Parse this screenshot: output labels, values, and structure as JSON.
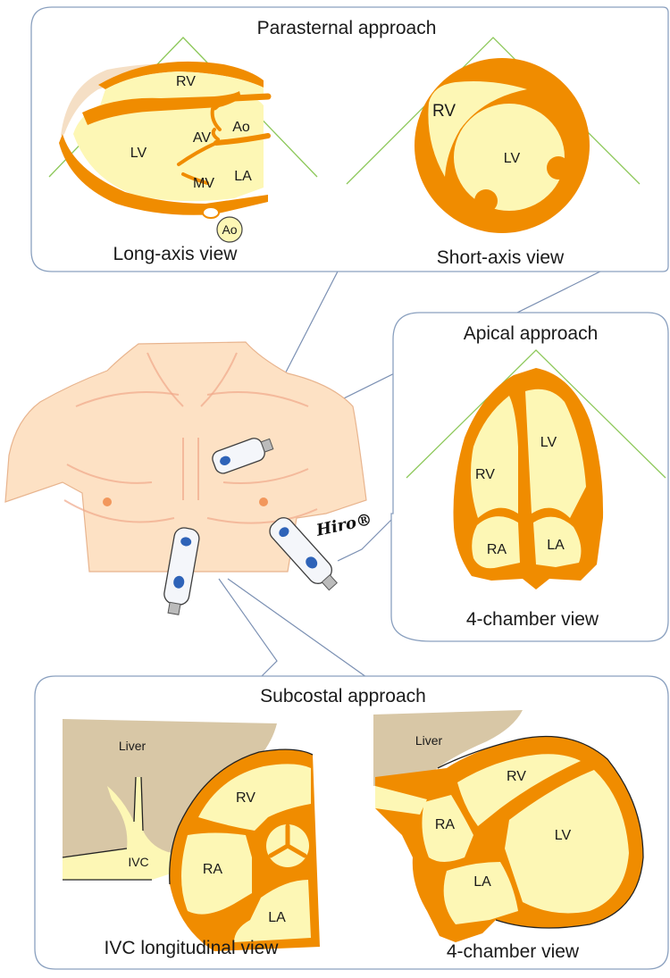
{
  "parasternal": {
    "title": "Parasternal approach",
    "long_axis": {
      "caption": "Long-axis view",
      "labels": {
        "rv": "RV",
        "lv": "LV",
        "av": "AV",
        "ao": "Ao",
        "la": "LA",
        "mv": "MV",
        "ao_circle": "Ao"
      }
    },
    "short_axis": {
      "caption": "Short-axis view",
      "labels": {
        "rv": "RV",
        "lv": "LV"
      }
    }
  },
  "apical": {
    "title": "Apical approach",
    "caption": "4-chamber view",
    "labels": {
      "lv": "LV",
      "rv": "RV",
      "ra": "RA",
      "la": "LA"
    }
  },
  "subcostal": {
    "title": "Subcostal approach",
    "ivc_view": {
      "caption": "IVC longitudinal view",
      "labels": {
        "liver": "Liver",
        "rv": "RV",
        "ra": "RA",
        "la": "LA",
        "ivc": "IVC"
      }
    },
    "four_chamber": {
      "caption": "4-chamber view",
      "labels": {
        "liver": "Liver",
        "rv": "RV",
        "ra": "RA",
        "lv": "LV",
        "la": "LA"
      }
    }
  },
  "signature": "Hiro®",
  "colors": {
    "wall": "#f08c00",
    "cavity": "#fdf7b5",
    "beam": "#8dc85a",
    "panel_border": "#8aa0bf",
    "skin": "#fde1c4",
    "liver": "#d8c7a6"
  }
}
